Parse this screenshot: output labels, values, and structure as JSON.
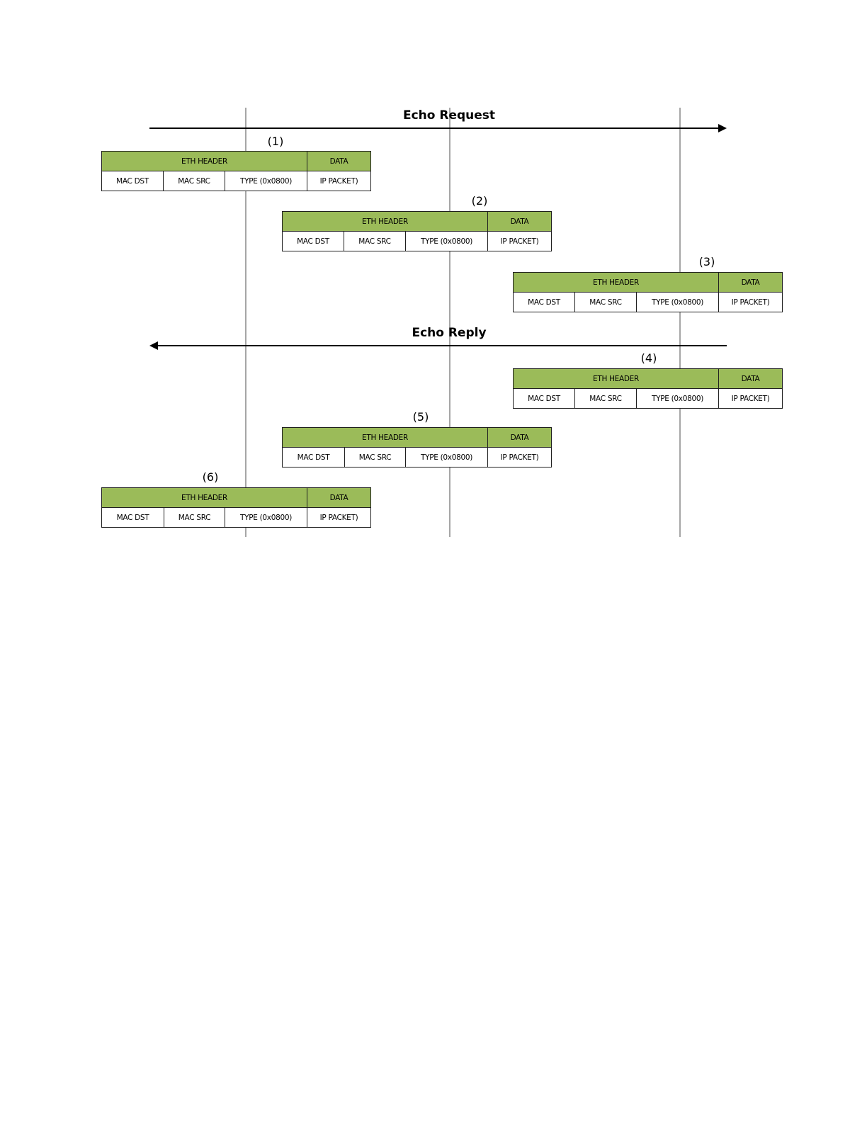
{
  "colors": {
    "header_fill": "#9bbb59",
    "lifeline": "#a6a6a6",
    "arrow": "#000000",
    "cell_border": "#1f1f1f"
  },
  "arrows": {
    "request": {
      "label": "Echo Request",
      "direction": "right"
    },
    "reply": {
      "label": "Echo Reply",
      "direction": "left"
    }
  },
  "frame_fields": {
    "eth_header": "ETH HEADER",
    "data": "DATA",
    "mac_dst": "MAC DST",
    "mac_src": "MAC SRC",
    "type": "TYPE (0x0800)",
    "ip_packet": "IP PACKET)"
  },
  "steps": [
    "(1)",
    "(2)",
    "(3)",
    "(4)",
    "(5)",
    "(6)"
  ]
}
